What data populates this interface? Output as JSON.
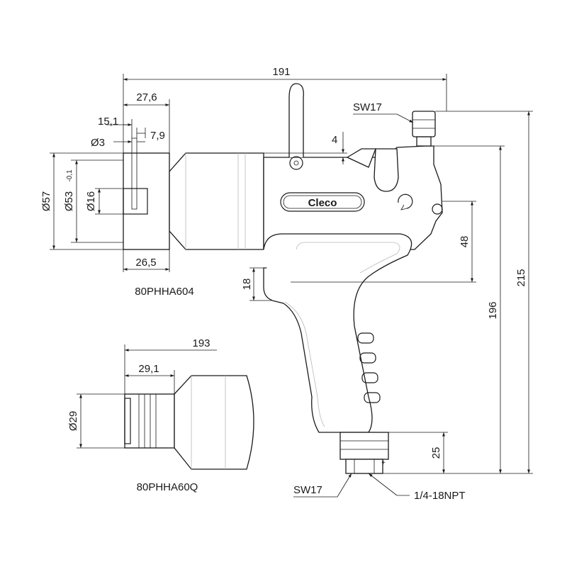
{
  "brand_logo": "Cleco",
  "models": {
    "main": "80PHHA604",
    "alternate": "80PHHA60Q"
  },
  "dimensions": {
    "overall_length": "191",
    "head_27_6": "27,6",
    "head_15_1": "15,1",
    "head_7_9": "7,9",
    "pin_diameter": "Ø3",
    "outer_diameter": "Ø57",
    "inner_diameter": "Ø53",
    "inner_tolerance": "-0,1",
    "bore_diameter": "Ø16",
    "head_26_5": "26,5",
    "top_offset": "4",
    "axis_height": "48",
    "trigger_height": "18",
    "total_height": "215",
    "handle_height": "196",
    "inlet_height": "25",
    "alt_length": "193",
    "alt_head": "29,1",
    "alt_diameter": "Ø29"
  },
  "callouts": {
    "top_wrench": "SW17",
    "bottom_wrench": "SW17",
    "air_inlet": "1/4-18NPT"
  },
  "colors": {
    "ink": "#1a1a1a",
    "hidden_lines": "#b8b8b8",
    "background": "#ffffff"
  }
}
